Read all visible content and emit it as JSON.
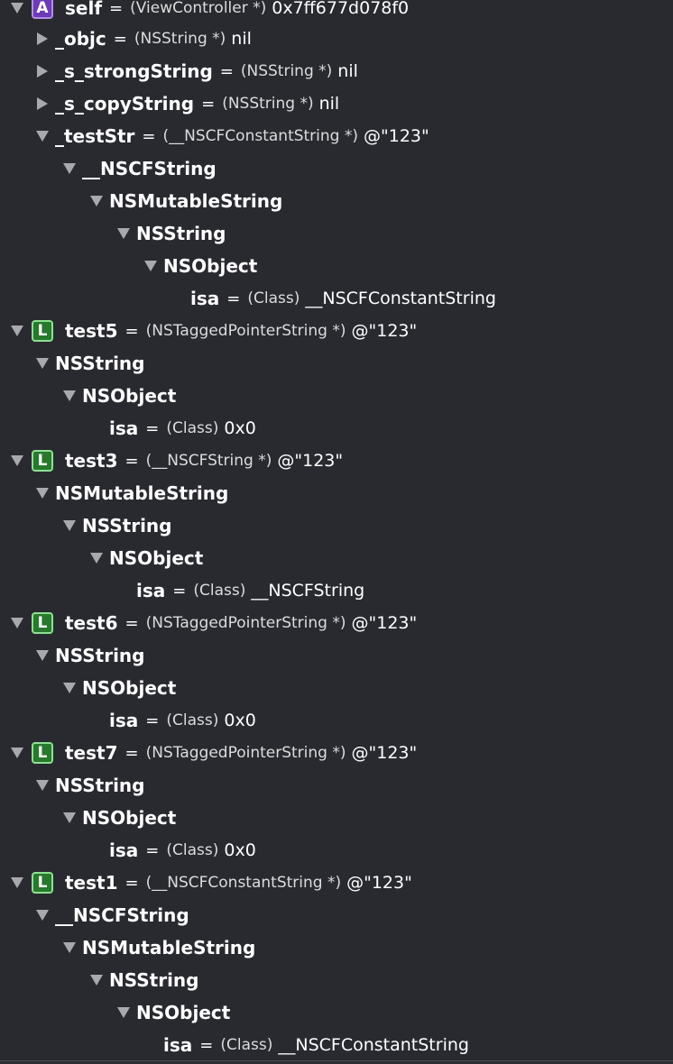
{
  "rows": [
    {
      "name": "self",
      "badge": "A",
      "type": "(ViewController *)",
      "value": "0x7ff677d078f0",
      "expand": "down"
    },
    {
      "name": "_objc",
      "type": "(NSString *)",
      "value": "nil",
      "expand": "right"
    },
    {
      "name": "_s_strongString",
      "type": "(NSString *)",
      "value": "nil",
      "expand": "right"
    },
    {
      "name": "_s_copyString",
      "type": "(NSString *)",
      "value": "nil",
      "expand": "right"
    },
    {
      "name": "_testStr",
      "type": "(__NSCFConstantString *)",
      "value": "@\"123\"",
      "expand": "down"
    },
    {
      "name": "__NSCFString",
      "expand": "down"
    },
    {
      "name": "NSMutableString",
      "expand": "down"
    },
    {
      "name": "NSString",
      "expand": "down"
    },
    {
      "name": "NSObject",
      "expand": "down"
    },
    {
      "name": "isa",
      "type": "(Class)",
      "value": "__NSCFConstantString",
      "expand": "none"
    },
    {
      "name": "test5",
      "badge": "L",
      "type": "(NSTaggedPointerString *)",
      "value": "@\"123\"",
      "expand": "down"
    },
    {
      "name": "NSString",
      "expand": "down"
    },
    {
      "name": "NSObject",
      "expand": "down"
    },
    {
      "name": "isa",
      "type": "(Class)",
      "value": "0x0",
      "expand": "none"
    },
    {
      "name": "test3",
      "badge": "L",
      "type": "(__NSCFString *)",
      "value": "@\"123\"",
      "expand": "down"
    },
    {
      "name": "NSMutableString",
      "expand": "down"
    },
    {
      "name": "NSString",
      "expand": "down"
    },
    {
      "name": "NSObject",
      "expand": "down"
    },
    {
      "name": "isa",
      "type": "(Class)",
      "value": "__NSCFString",
      "expand": "none"
    },
    {
      "name": "test6",
      "badge": "L",
      "type": "(NSTaggedPointerString *)",
      "value": "@\"123\"",
      "expand": "down"
    },
    {
      "name": "NSString",
      "expand": "down"
    },
    {
      "name": "NSObject",
      "expand": "down"
    },
    {
      "name": "isa",
      "type": "(Class)",
      "value": "0x0",
      "expand": "none"
    },
    {
      "name": "test7",
      "badge": "L",
      "type": "(NSTaggedPointerString *)",
      "value": "@\"123\"",
      "expand": "down"
    },
    {
      "name": "NSString",
      "expand": "down"
    },
    {
      "name": "NSObject",
      "expand": "down"
    },
    {
      "name": "isa",
      "type": "(Class)",
      "value": "0x0",
      "expand": "none"
    },
    {
      "name": "test1",
      "badge": "L",
      "type": "(__NSCFConstantString *)",
      "value": "@\"123\"",
      "expand": "down"
    },
    {
      "name": "__NSCFString",
      "expand": "down"
    },
    {
      "name": "NSMutableString",
      "expand": "down"
    },
    {
      "name": "NSString",
      "expand": "down"
    },
    {
      "name": "NSObject",
      "expand": "down"
    },
    {
      "name": "isa",
      "type": "(Class)",
      "value": "__NSCFConstantString",
      "expand": "none"
    }
  ]
}
